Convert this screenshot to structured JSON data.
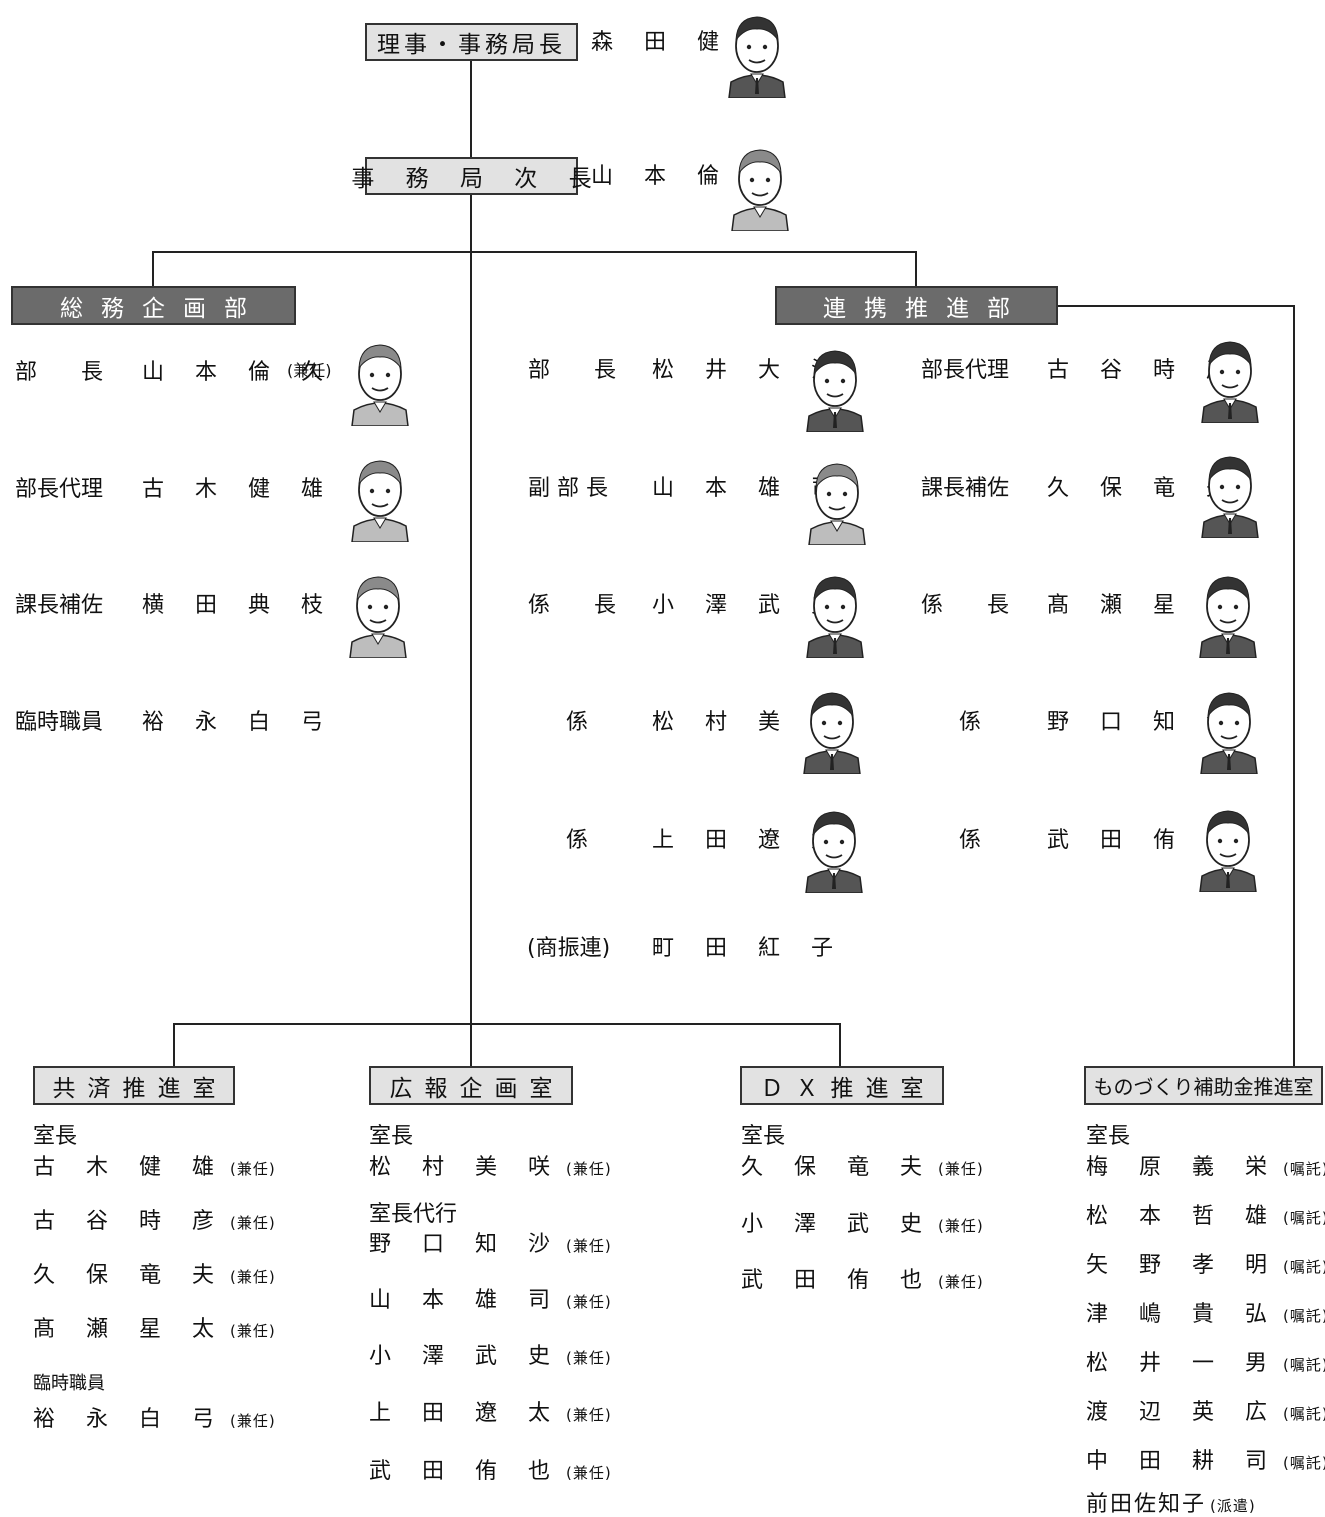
{
  "top": {
    "director": {
      "title": "理事・事務局長",
      "name": "森 田 健 嗣"
    },
    "deputy": {
      "title": "事 務 局 次 長",
      "name": "山 本 倫 久"
    }
  },
  "soumu": {
    "header": "総務企画部",
    "members": [
      {
        "role": "部　　長",
        "name": "山 本 倫 久",
        "note": "(兼任)"
      },
      {
        "role": "部長代理",
        "name": "古 木 健 雄"
      },
      {
        "role": "課長補佐",
        "name": "横 田 典 枝"
      },
      {
        "role": "臨時職員",
        "name": "裕 永 白 弓"
      }
    ]
  },
  "renkei": {
    "header": "連携推進部",
    "left": [
      {
        "role": "部　　長",
        "name": "松 井 大 治"
      },
      {
        "role": "副 部 長",
        "name": "山 本 雄 司"
      },
      {
        "role": "係　　長",
        "name": "小 澤 武 史"
      },
      {
        "role": "係",
        "name": "松 村 美 咲"
      },
      {
        "role": "係",
        "name": "上 田 遼 太"
      },
      {
        "role": "(商振連)",
        "name": "町 田 紅 子"
      }
    ],
    "right": [
      {
        "role": "部長代理",
        "name": "古 谷 時 彦"
      },
      {
        "role": "課長補佐",
        "name": "久 保 竜 夫"
      },
      {
        "role": "係　　長",
        "name": "髙 瀬 星 太"
      },
      {
        "role": "係",
        "name": "野 口 知 沙"
      },
      {
        "role": "係",
        "name": "武 田 侑 也"
      }
    ]
  },
  "kyousai": {
    "header": "共済推進室",
    "chief_label": "室長",
    "members": [
      {
        "name": "古 木 健 雄",
        "note": "(兼任)"
      },
      {
        "name": "古 谷 時 彦",
        "note": "(兼任)"
      },
      {
        "name": "久 保 竜 夫",
        "note": "(兼任)"
      },
      {
        "name": "髙 瀬 星 太",
        "note": "(兼任)"
      }
    ],
    "temp_label": "臨時職員",
    "temp": {
      "name": "裕 永 白 弓",
      "note": "(兼任)"
    }
  },
  "kouhou": {
    "header": "広報企画室",
    "chief_label": "室長",
    "chief": {
      "name": "松 村 美 咲",
      "note": "(兼任)"
    },
    "acting_label": "室長代行",
    "members": [
      {
        "name": "野 口 知 沙",
        "note": "(兼任)"
      },
      {
        "name": "山 本 雄 司",
        "note": "(兼任)"
      },
      {
        "name": "小 澤 武 史",
        "note": "(兼任)"
      },
      {
        "name": "上 田 遼 太",
        "note": "(兼任)"
      },
      {
        "name": "武 田 侑 也",
        "note": "(兼任)"
      }
    ]
  },
  "dx": {
    "header": "ＤＸ推進室",
    "chief_label": "室長",
    "members": [
      {
        "name": "久 保 竜 夫",
        "note": "(兼任)"
      },
      {
        "name": "小 澤 武 史",
        "note": "(兼任)"
      },
      {
        "name": "武 田 侑 也",
        "note": "(兼任)"
      }
    ]
  },
  "monozukuri": {
    "header": "ものづくり補助金推進室",
    "chief_label": "室長",
    "members": [
      {
        "name": "梅 原 義 栄",
        "note": "(嘱託)"
      },
      {
        "name": "松 本 哲 雄",
        "note": "(嘱託)"
      },
      {
        "name": "矢 野 孝 明",
        "note": "(嘱託)"
      },
      {
        "name": "津 嶋 貴 弘",
        "note": "(嘱託)"
      },
      {
        "name": "松 井 一 男",
        "note": "(嘱託)"
      },
      {
        "name": "渡 辺 英 広",
        "note": "(嘱託)"
      },
      {
        "name": "中 田 耕 司",
        "note": "(嘱託)"
      },
      {
        "name": "前田佐知子",
        "note": "(派遣)"
      }
    ]
  },
  "colors": {
    "header_dark": "#6b6b6b",
    "header_light": "#e2e2e2",
    "line": "#222222"
  }
}
